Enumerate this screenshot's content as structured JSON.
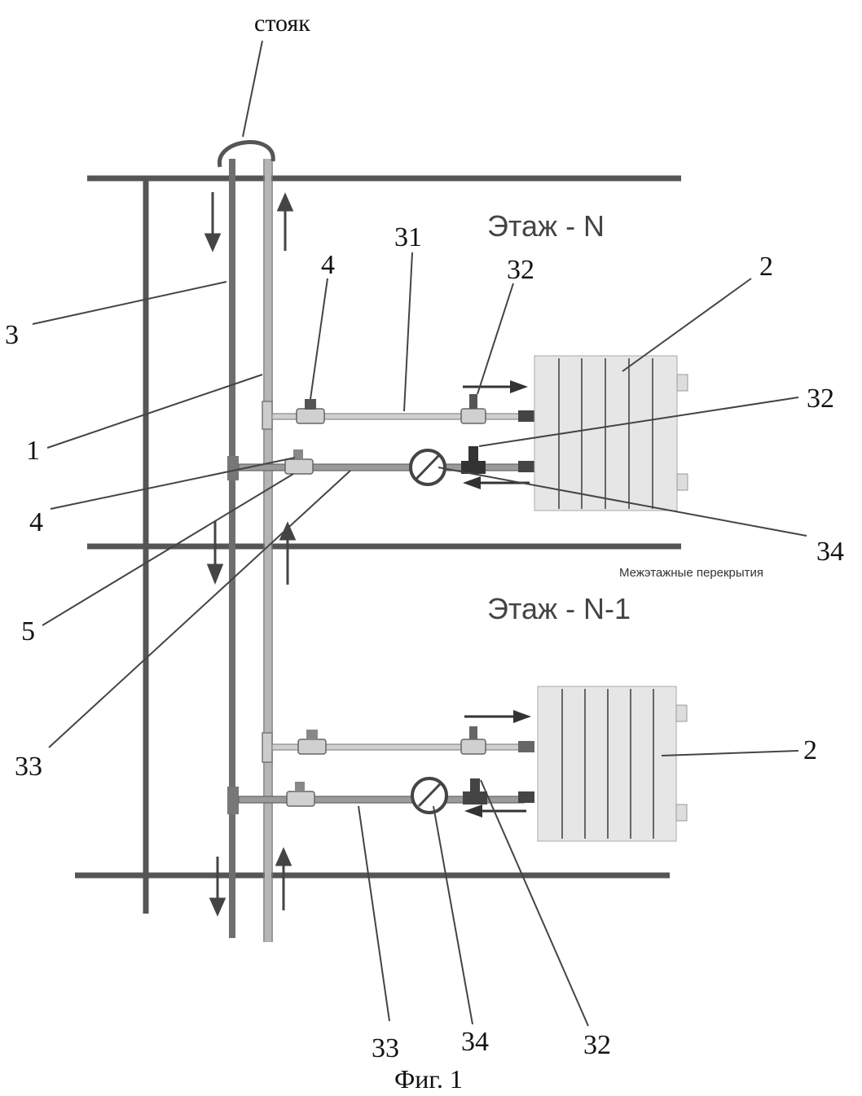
{
  "riser_label": "стояк",
  "floor_upper": "Этаж - N",
  "floor_lower": "Этаж - N-1",
  "slab_label": "Межэтажные перекрытия",
  "caption": "Фиг. 1",
  "callouts": {
    "c3": "3",
    "c1": "1",
    "c4_top": "4",
    "c4_mid": "4",
    "c5": "5",
    "c33_left": "33",
    "c31": "31",
    "c32_top": "32",
    "c32_right": "32",
    "c2_top": "2",
    "c34_right": "34",
    "c2_bottom": "2",
    "c33_bottom": "33",
    "c34_bottom": "34",
    "c32_bottom": "32"
  },
  "colors": {
    "line": "#555555",
    "pipe": "#8a8a8a",
    "pipe_light": "#b8b8b8",
    "radiator": "#e6e6e6"
  }
}
